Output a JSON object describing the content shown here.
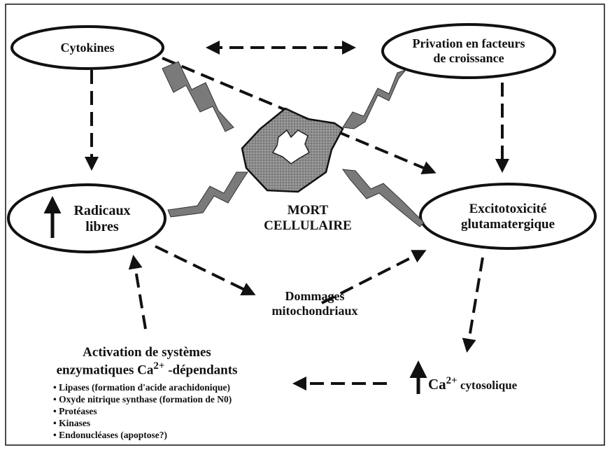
{
  "nodes": {
    "cytokines": "Cytokines",
    "privation_line1": "Privation en facteurs",
    "privation_line2": "de croissance",
    "radicaux_line1": "Radicaux",
    "radicaux_line2": "libres",
    "excito_line1": "Excitotoxicité",
    "excito_line2": "glutamatergique",
    "mort_line1": "MORT",
    "mort_line2": "CELLULAIRE",
    "dommages_line1": "Dommages",
    "dommages_line2": "mitochondriaux",
    "activation_line1": "Activation de systèmes",
    "activation_line2_prefix": "enzymatiques Ca",
    "activation_line2_sup": "2+",
    "activation_line2_suffix": " -dépendants",
    "calcium_prefix": "Ca",
    "calcium_sup": "2+",
    "calcium_suffix": " cytosolique"
  },
  "enzyme_list": [
    "• Lipases (formation d'acide arachidonique)",
    "• Oxyde nitrique synthase (formation de N0)",
    "• Protéases",
    "• Kinases",
    "• Endonucléases    (apoptose?)"
  ],
  "colors": {
    "line": "#111111",
    "cell_fill": "#8a8a8a",
    "bolt_fill": "#7a7a7a"
  }
}
